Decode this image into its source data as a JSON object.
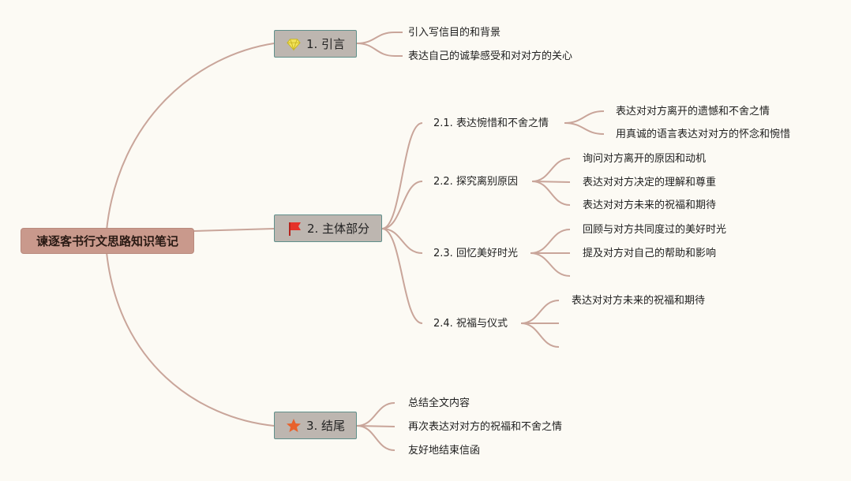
{
  "root": {
    "title": "谏逐客书行文思路知识笔记"
  },
  "topics": [
    {
      "label": "1. 引言",
      "icon": "gem-icon",
      "icon_color": "#f2e35a",
      "children": [
        "引入写信目的和背景",
        "表达自己的诚挚感受和对对方的关心"
      ]
    },
    {
      "label": "2. 主体部分",
      "icon": "flag-icon",
      "icon_color": "#e5332a",
      "subtopics": [
        {
          "label": "2.1. 表达惋惜和不舍之情",
          "children": [
            "表达对对方离开的遗憾和不舍之情",
            "用真诚的语言表达对对方的怀念和惋惜"
          ]
        },
        {
          "label": "2.2. 探究离别原因",
          "children": [
            "询问对方离开的原因和动机",
            "表达对对方决定的理解和尊重",
            "表达对对方未来的祝福和期待"
          ]
        },
        {
          "label": "2.3. 回忆美好时光",
          "children": [
            "回顾与对方共同度过的美好时光",
            "提及对方对自己的帮助和影响",
            ""
          ]
        },
        {
          "label": "2.4. 祝福与仪式",
          "children": [
            "表达对对方未来的祝福和期待",
            "",
            ""
          ]
        }
      ]
    },
    {
      "label": "3. 结尾",
      "icon": "star-icon",
      "icon_color": "#e8622c",
      "children": [
        "总结全文内容",
        "再次表达对对方的祝福和不舍之情",
        "友好地结束信函"
      ]
    }
  ],
  "colors": {
    "connector": "#c9a59a",
    "root_fill": "#c9998c",
    "topic_fill": "#bdb6b0",
    "topic_border": "#5f8f8a"
  }
}
